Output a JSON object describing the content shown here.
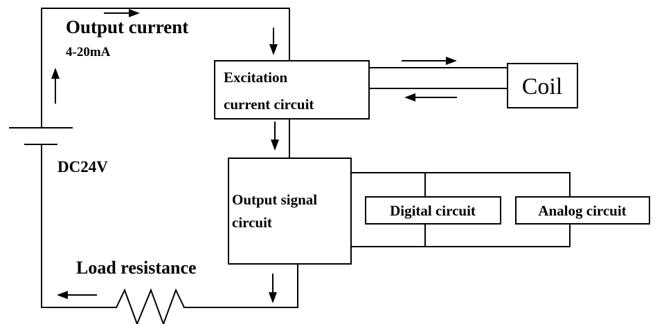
{
  "labels": {
    "output_current": "Output current",
    "current_range": "4-20mA",
    "supply_voltage": "DC24V",
    "excitation_line1": "Excitation",
    "excitation_line2": "current circuit",
    "coil": "Coil",
    "output_signal_line1": "Output signal",
    "output_signal_line2": "circuit",
    "digital_circuit": "Digital circuit",
    "analog_circuit": "Analog circuit",
    "load_resistance": "Load resistance"
  }
}
